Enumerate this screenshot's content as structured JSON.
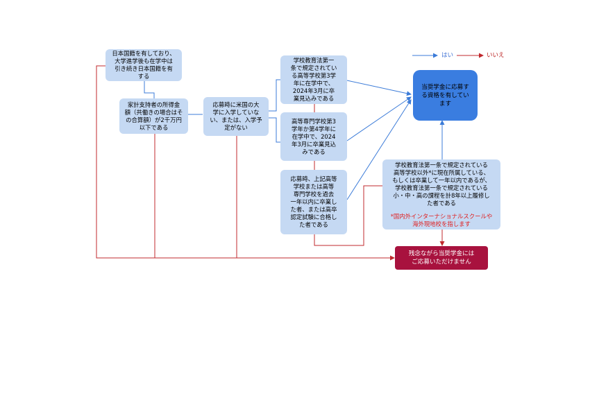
{
  "legend": {
    "yes_label": "はい",
    "no_label": "いいえ",
    "yes_color": "#3b7bd8",
    "no_color": "#c0282d"
  },
  "boxes": {
    "nationality": "日本国籍を有しており、\n大学進学後も在学中は\n引き続き日本国籍を有\nする",
    "income": "家計支持者の所得金\n額（共働きの場合はそ\nの合算額）が2千万円\n以下である",
    "us_university": "応募時に米国の大\n学に入学していな\nい、または、入学予\n定がない",
    "high_school": "学校教育法第一\n条で規定されてい\nる高等学校第3学\n年に在学中で、\n2024年3月に卒\n業見込みである",
    "kosen": "高等専門学校第3\n学年か第4学年に\n在学中で、2024\n年3月に卒業見込\nみである",
    "graduated": "応募時、上記高等\n学校または高等\n専門学校を過去\n一年以内に卒業し\nた者、または高卒\n認定試験に合格し\nた者である",
    "eligible": "当奨学金に応募す\nる資格を有してい\nます",
    "other_school": "学校教育法第一条で規定されている\n高等学校以外*に現在所属している、\nもしくは卒業して一年以内であるが、\n学校教育法第一条で規定されている\n小・中・高の課程を計8年以上履修し\nた者である",
    "other_school_note": "*国内外インターナショナルスクールや\n海外現地校を指します",
    "ineligible": "残念ながら当奨学金には\nご応募いただけません"
  }
}
